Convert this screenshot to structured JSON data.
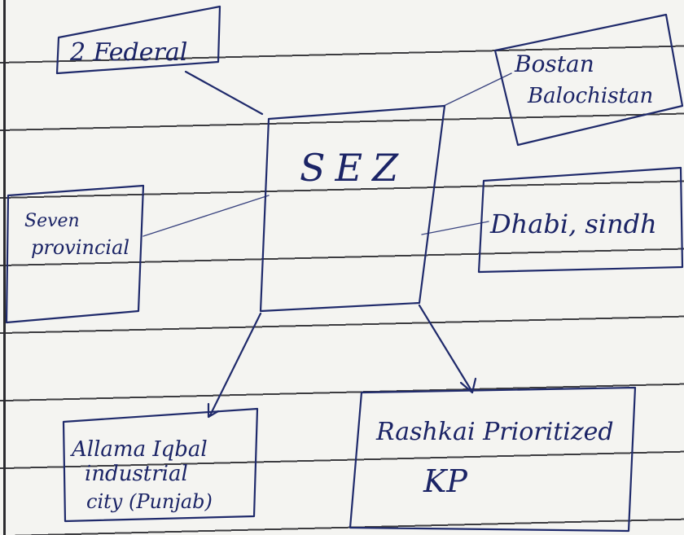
{
  "center": {
    "label": "SEZ"
  },
  "nodes": {
    "federal": {
      "lines": [
        "2 Federal"
      ]
    },
    "balochistan": {
      "lines": [
        "Bostan",
        "Balochistan"
      ]
    },
    "provincial": {
      "lines": [
        "Seven",
        "provincial"
      ]
    },
    "sindh": {
      "lines": [
        "Dhabi, sindh"
      ]
    },
    "punjab": {
      "lines": [
        "Allama Iqbal",
        "industrial",
        "city (Punjab)"
      ]
    },
    "kp": {
      "lines": [
        "Rashkai Prioritized",
        "KP"
      ]
    }
  },
  "colors": {
    "ink": "#1f2a6b",
    "paper": "#f4f4f1",
    "rule": "#3c3c40"
  }
}
